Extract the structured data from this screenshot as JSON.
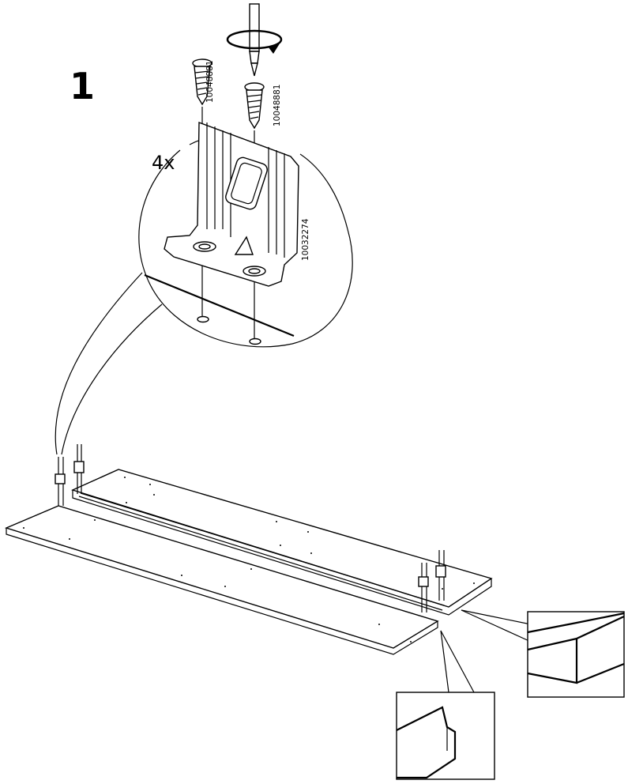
{
  "step": {
    "number": "1"
  },
  "detail": {
    "quantity": "4x",
    "screw_part_number_left": "10048881",
    "screw_part_number_right": "10048881",
    "bracket_part_number": "10032274"
  },
  "icons": {
    "screwdriver": "screwdriver-icon",
    "rotation": "clockwise-arrow-icon",
    "screw": "screw-icon",
    "bracket": "angle-bracket-icon"
  }
}
